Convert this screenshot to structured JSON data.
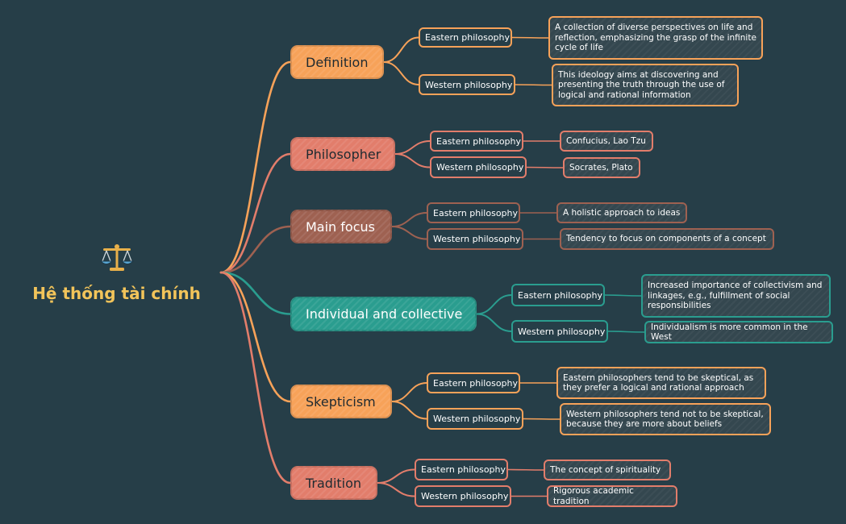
{
  "root": {
    "title": "Hệ thống tài chính",
    "icon": "balance-scale-icon"
  },
  "colors": {
    "background": "#263e48",
    "orange": "#f7a259",
    "coral": "#e27d6b",
    "brown": "#9e6151",
    "teal": "#2a9d8f",
    "root_text": "#f2c45a"
  },
  "topics": [
    {
      "label": "Definition",
      "color": "#f7a259",
      "branches": [
        {
          "label": "Eastern philosophy",
          "detail": "A collection of diverse perspectives on life and reflection, emphasizing the grasp of the infinite cycle of life"
        },
        {
          "label": "Western philosophy",
          "detail": "This ideology aims at discovering and presenting the truth through the use of logical and rational information"
        }
      ]
    },
    {
      "label": "Philosopher",
      "color": "#e27d6b",
      "branches": [
        {
          "label": "Eastern philosophy",
          "detail": "Confucius, Lao Tzu"
        },
        {
          "label": "Western philosophy",
          "detail": "Socrates, Plato"
        }
      ]
    },
    {
      "label": "Main focus",
      "color": "#9e6151",
      "branches": [
        {
          "label": "Eastern philosophy",
          "detail": "A holistic approach to ideas"
        },
        {
          "label": "Western philosophy",
          "detail": "Tendency to focus on components of a concept"
        }
      ]
    },
    {
      "label": "Individual and collective",
      "color": "#2a9d8f",
      "branches": [
        {
          "label": "Eastern philosophy",
          "detail": "Increased importance of collectivism and linkages, e.g., fulfillment of social responsibilities"
        },
        {
          "label": "Western philosophy",
          "detail": "Individualism is more common in the West"
        }
      ]
    },
    {
      "label": "Skepticism",
      "color": "#f7a259",
      "branches": [
        {
          "label": "Eastern philosophy",
          "detail": "Eastern philosophers tend to be skeptical, as they prefer a logical and rational approach"
        },
        {
          "label": "Western philosophy",
          "detail": "Western philosophers tend not to be skeptical, because they are more about beliefs"
        }
      ]
    },
    {
      "label": "Tradition",
      "color": "#e27d6b",
      "branches": [
        {
          "label": "Eastern philosophy",
          "detail": "The concept of spirituality"
        },
        {
          "label": "Western philosophy",
          "detail": "Rigorous academic tradition"
        }
      ]
    }
  ]
}
